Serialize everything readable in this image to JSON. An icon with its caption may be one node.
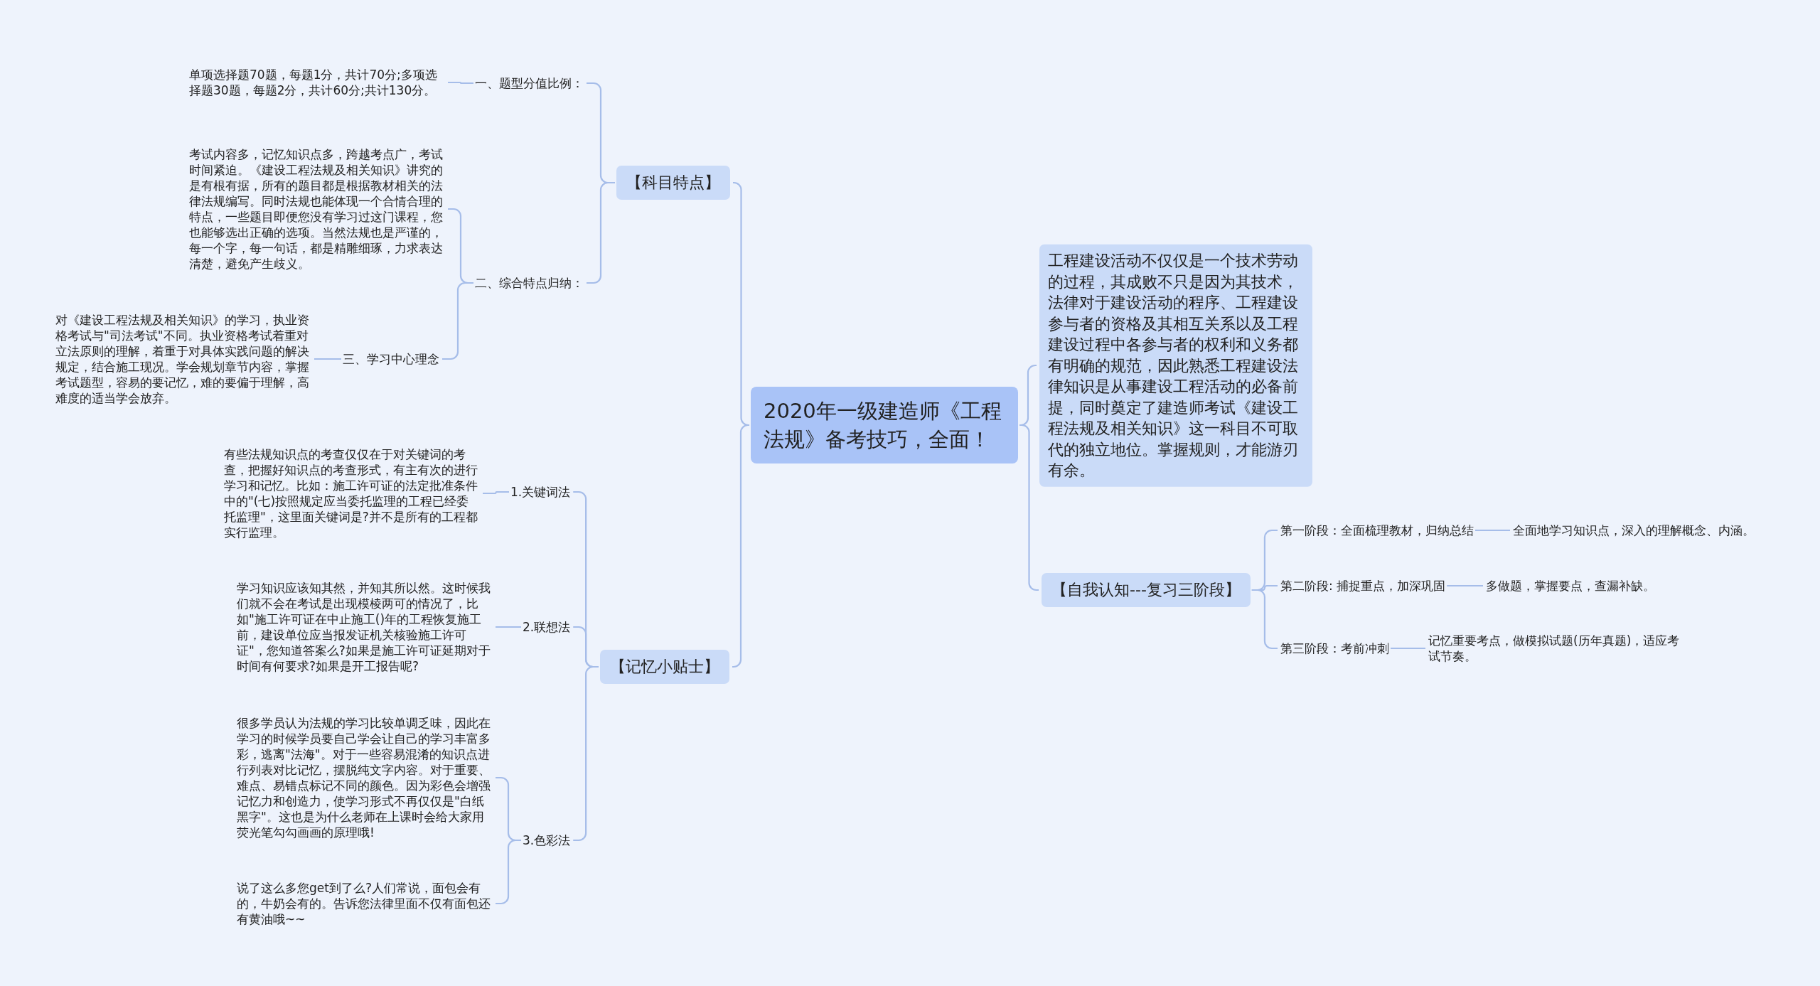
{
  "diagram": {
    "nodes": [
      {
        "text": [
          "2020年一级建造师《工程法规》备考技巧，全面！"
        ]
      },
      {
        "text": [
          "【科目特点】"
        ]
      },
      {
        "text": [
          "一、题型分值比例："
        ]
      },
      {
        "text": [
          "单项选择题70题，每题1分，共计70分;多项选择题30题，每题2分，共计60分;共计130分。"
        ]
      },
      {
        "text": [
          "二、综合特点归纳："
        ]
      },
      {
        "text": [
          "考试内容多，记忆知识点多，跨越考点广，考试时间紧迫。《建设工程法规及相关知识》讲究的是有根有据，所有的题目都是根据教材相关的法律法规编写。同时法规也能体现一个合情合理的特点，一些题目即便您没有学习过这门课程，您也能够选出正确的选项。当然法规也是严谨的，每一个字，每一句话，都是精雕细琢，力求表达清楚，避免产生歧义。"
        ]
      },
      {
        "text": [
          "三、学习中心理念"
        ]
      },
      {
        "text": [
          "对《建设工程法规及相关知识》的学习，执业资格考试与\"司法考试\"不同。执业资格考试着重对立法原则的理解，着重于对具体实践问题的解决规定，结合施工现况。学会规划章节内容，掌握考试题型，容易的要记忆，难的要偏于理解，高难度的适当学会放弃。"
        ]
      },
      {
        "text": [
          "【记忆小贴士】"
        ]
      },
      {
        "text": [
          "1.关键词法"
        ]
      },
      {
        "text": [
          "有些法规知识点的考查仅仅在于对关键词的考查，把握好知识点的考查形式，有主有次的进行学习和记忆。比如：施工许可证的法定批准条件中的\"(七)按照规定应当委托监理的工程已经委托监理\"，这里面关键词是?并不是所有的工程都实行监理。"
        ]
      },
      {
        "text": [
          "2.联想法"
        ]
      },
      {
        "text": [
          "学习知识应该知其然，并知其所以然。这时候我们就不会在考试是出现模棱两可的情况了，比如\"施工许可证在中止施工()年的工程恢复施工前，建设单位应当报发证机关核验施工许可证\"，您知道答案么?如果是施工许可证延期对于时间有何要求?如果是开工报告呢?"
        ]
      },
      {
        "text": [
          "3.色彩法"
        ]
      },
      {
        "text": [
          "很多学员认为法规的学习比较单调乏味，因此在学习的时候学员要自己学会让自己的学习丰富多彩，逃离\"法海\"。对于一些容易混淆的知识点进行列表对比记忆，摆脱纯文字内容。对于重要、难点、易错点标记不同的颜色。因为彩色会增强记忆力和创造力，使学习形式不再仅仅是\"白纸黑字\"。这也是为什么老师在上课时会给大家用荧光笔勾勾画画的原理哦!"
        ]
      },
      {
        "text": [
          "说了这么多您get到了么?人们常说，面包会有的，牛奶会有的。告诉您法律里面不仅有面包还有黄油哦~~"
        ]
      },
      {
        "text": [
          "工程建设活动不仅仅是一个技术劳动的过程，其成败不只是因为其技术，法律对于建设活动的程序、工程建设参与者的资格及其相互关系以及工程建设过程中各参与者的权利和义务都有明确的规范，因此熟悉工程建设法律知识是从事建设工程活动的必备前提，同时奠定了建造师考试《建设工程法规及相关知识》这一科目不可取代的独立地位。掌握规则，才能游刃有余。"
        ]
      },
      {
        "text": [
          "【自我认知---复习三阶段】"
        ]
      },
      {
        "text": [
          "第一阶段：全面梳理教材，归纳总结"
        ]
      },
      {
        "text": [
          "全面地学习知识点，深入的理解概念、内涵。"
        ]
      },
      {
        "text": [
          "第二阶段: 捕捉重点，加深巩固"
        ]
      },
      {
        "text": [
          "多做题，掌握要点，查漏补缺。"
        ]
      },
      {
        "text": [
          "第三阶段：考前冲刺"
        ]
      },
      {
        "text": [
          "记忆重要考点，做模拟试题(历年真题)，适应考试节奏。"
        ]
      }
    ],
    "edges": [
      {
        "from": 0,
        "to": 1,
        "arrow": "none"
      },
      {
        "from": 1,
        "to": 2,
        "arrow": "none"
      },
      {
        "from": 2,
        "to": 3,
        "arrow": "none"
      },
      {
        "from": 1,
        "to": 4,
        "arrow": "none"
      },
      {
        "from": 4,
        "to": 5,
        "arrow": "none"
      },
      {
        "from": 4,
        "to": 6,
        "arrow": "none"
      },
      {
        "from": 6,
        "to": 7,
        "arrow": "none"
      },
      {
        "from": 0,
        "to": 8,
        "arrow": "none"
      },
      {
        "from": 8,
        "to": 9,
        "arrow": "none"
      },
      {
        "from": 9,
        "to": 10,
        "arrow": "none"
      },
      {
        "from": 8,
        "to": 11,
        "arrow": "none"
      },
      {
        "from": 11,
        "to": 12,
        "arrow": "none"
      },
      {
        "from": 8,
        "to": 13,
        "arrow": "none"
      },
      {
        "from": 13,
        "to": 14,
        "arrow": "none"
      },
      {
        "from": 13,
        "to": 15,
        "arrow": "none"
      },
      {
        "from": 0,
        "to": 16,
        "arrow": "none"
      },
      {
        "from": 0,
        "to": 17,
        "arrow": "none"
      },
      {
        "from": 17,
        "to": 18,
        "arrow": "none"
      },
      {
        "from": 18,
        "to": 19,
        "arrow": "none"
      },
      {
        "from": 17,
        "to": 20,
        "arrow": "none"
      },
      {
        "from": 20,
        "to": 21,
        "arrow": "none"
      },
      {
        "from": 17,
        "to": 22,
        "arrow": "none"
      },
      {
        "from": 22,
        "to": 23,
        "arrow": "none"
      }
    ]
  }
}
